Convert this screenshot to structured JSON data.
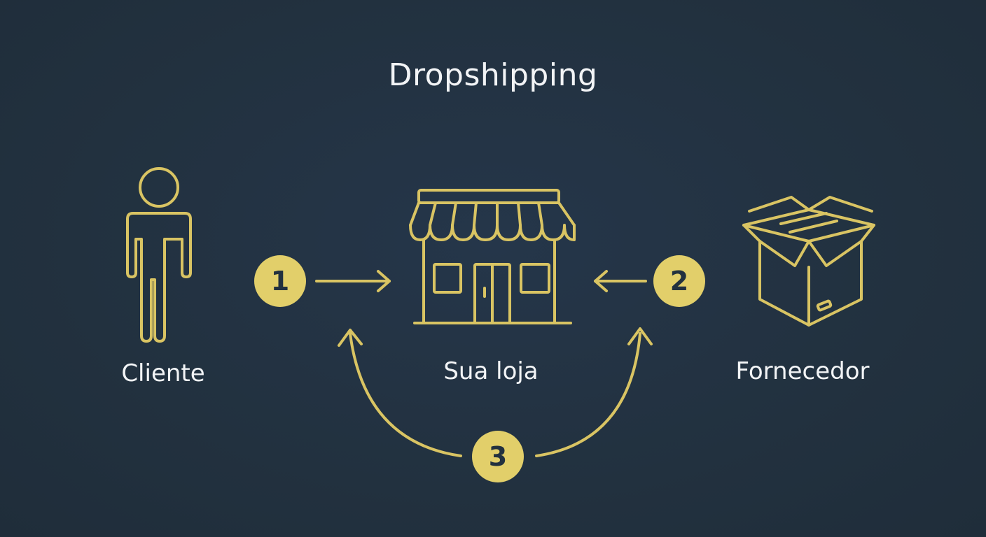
{
  "title": "Dropshipping",
  "nodes": {
    "cliente": {
      "label": "Cliente",
      "icon": "person-icon"
    },
    "loja": {
      "label": "Sua loja",
      "icon": "storefront-icon"
    },
    "fornecedor": {
      "label": "Fornecedor",
      "icon": "open-box-icon"
    }
  },
  "steps": [
    "1",
    "2",
    "3"
  ],
  "colors": {
    "background": "#22313f",
    "accent": "#d9c463",
    "badge": "#e2cf6a",
    "text": "#f2f4f6"
  }
}
